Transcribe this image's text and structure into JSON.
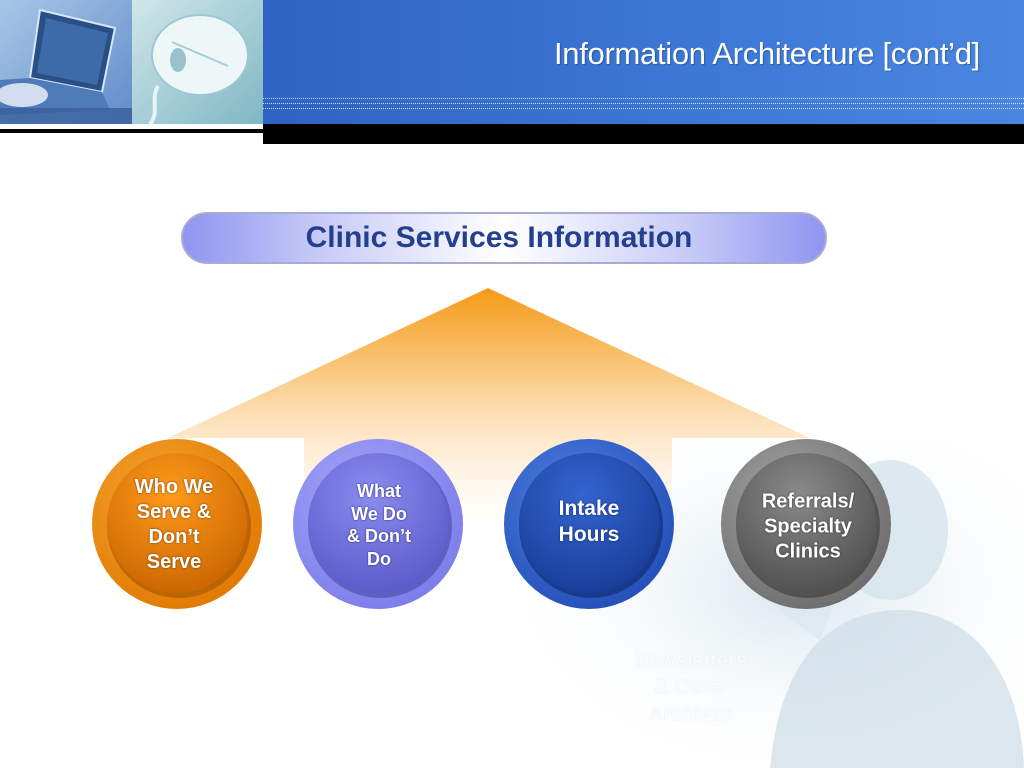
{
  "header": {
    "title": "Information Architecture [cont’d]"
  },
  "diagram": {
    "root": "Clinic Services Information",
    "nodes": [
      {
        "label": "Who We Serve & Don’t Serve",
        "lines": [
          "Who We",
          "Serve &",
          "Don’t",
          "Serve"
        ],
        "color": "#f08a10"
      },
      {
        "label": "What We Do & Don’t Do",
        "lines": [
          "What",
          "We Do",
          "& Don’t",
          "Do"
        ],
        "color": "#7e7ff0"
      },
      {
        "label": "Intake Hours",
        "lines": [
          "Intake",
          "Hours"
        ],
        "color": "#2a56c4"
      },
      {
        "label": "Referrals/ Specialty Clinics",
        "lines": [
          "Referrals/",
          "Specialty",
          "Clinics"
        ],
        "color": "#7a7a7a"
      }
    ],
    "faded_label": [
      "Newsletters",
      "& Other",
      "Archives"
    ]
  },
  "colors": {
    "header_blue": "#3366cc",
    "title_text": "#23408f",
    "arrow_orange": "#f7a020"
  }
}
